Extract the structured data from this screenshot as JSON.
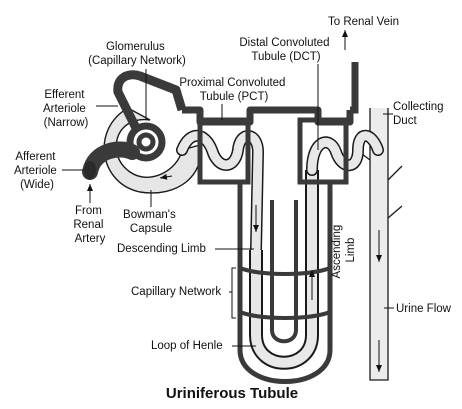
{
  "title": "Uriniferous Tubule",
  "labels": {
    "glomerulus": [
      "Glomerulus",
      "(Capillary Network)"
    ],
    "efferent": [
      "Efferent",
      "Arteriole",
      "(Narrow)"
    ],
    "afferent": [
      "Afferent",
      "Arteriole",
      "(Wide)"
    ],
    "from_renal": [
      "From",
      "Renal",
      "Artery"
    ],
    "bowman": [
      "Bowman's",
      "Capsule"
    ],
    "pct": [
      "Proximal Convoluted",
      "Tubule (PCT)"
    ],
    "dct": [
      "Distal Convoluted",
      "Tubule (DCT)"
    ],
    "renal_vein": "To Renal Vein",
    "collecting": [
      "Collecting",
      "Duct"
    ],
    "descending": "Descending Limb",
    "ascending": [
      "Ascending",
      "Limb"
    ],
    "capillary": "Capillary Network",
    "urine": "Urine Flow",
    "loop": "Loop of Henle"
  },
  "colors": {
    "vessel": "#3a3a3a",
    "tubule_fill": "#e8e8e8",
    "outline": "#1a1a1a",
    "text": "#111111"
  }
}
